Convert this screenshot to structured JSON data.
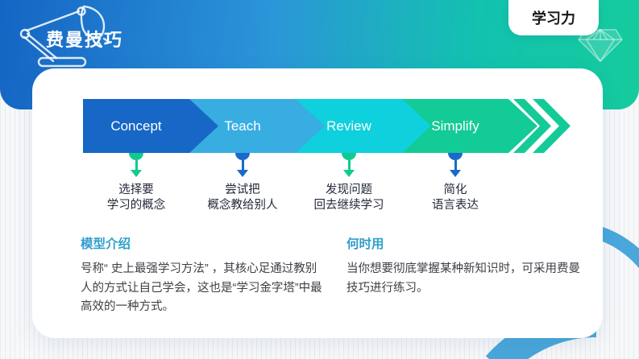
{
  "slide": {
    "title": "费曼技巧",
    "badge": "学习力"
  },
  "flow": {
    "steps": [
      {
        "label": "Concept",
        "color": "#1667c6",
        "marker_color": "#12ca8e",
        "desc_line1": "选择要",
        "desc_line2": "学习的概念"
      },
      {
        "label": "Teach",
        "color": "#38ade2",
        "marker_color": "#1a6ac9",
        "desc_line1": "尝试把",
        "desc_line2": "概念教给别人"
      },
      {
        "label": "Review",
        "color": "#0fd0dd",
        "marker_color": "#12ca8e",
        "desc_line1": "发现问题",
        "desc_line2": "回去继续学习"
      },
      {
        "label": "Simplify",
        "color": "#13cb96",
        "marker_color": "#1a6ac9",
        "desc_line1": "简化",
        "desc_line2": "语言表达"
      }
    ],
    "tail_color": "#14cb97"
  },
  "sections": [
    {
      "heading": "模型介绍",
      "body": "号称“ 史上最强学习方法” ，其核心足通过教别人的方式让自己学会，这也是“学习金字塔”中最高效的一种方式。"
    },
    {
      "heading": "何时用",
      "body": "当你想要彻底掌握某种新知识时，可采用费曼技巧进行练习。"
    }
  ],
  "colors": {
    "band_gradient": [
      "#1565c4",
      "#2b95d8",
      "#13c2af",
      "#15cb9d"
    ],
    "ring": "#4aa7dc",
    "heading_gradient": [
      "#2f9ad0",
      "#1fc3a0"
    ],
    "card_bg": "#ffffff",
    "desc_text": "#23283a",
    "body_text": "#3d4046"
  }
}
